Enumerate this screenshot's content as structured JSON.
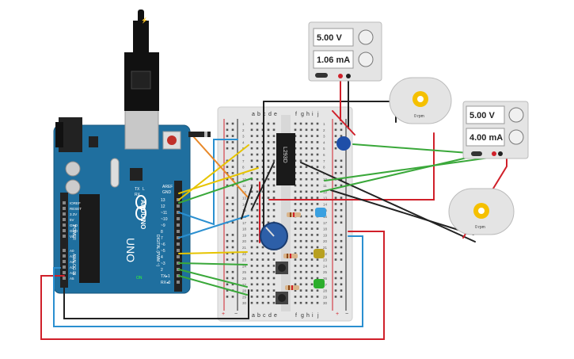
{
  "colors": {
    "arduino_blue": "#1f6f9f",
    "breadboard": "#e8e8e8",
    "wire_red": "#d0202a",
    "wire_black": "#222222",
    "wire_green": "#3aa83a",
    "wire_yellow": "#e6c400",
    "wire_blue": "#2a8fd0",
    "wire_orange": "#e8892a",
    "psu_body": "#e4e4e4",
    "led_blue": "#3aa0e0",
    "led_yellow": "#b8a020",
    "led_green": "#2cae2c",
    "cap_blue": "#1f4fa8"
  },
  "arduino": {
    "brand": "ARDUINO",
    "model": "UNO",
    "aref": "AREF",
    "gnd": "GND",
    "digital_label": "DIGITAL (PWM ~)",
    "power_label": "POWER",
    "analog_label": "ANALOG IN",
    "on_label": "ON",
    "tx_label": "TX",
    "rx_label": "RX",
    "l_label": "L",
    "digital_pins": [
      "13",
      "12",
      "~11",
      "~10",
      "~9",
      "8",
      "7",
      "~6",
      "~5",
      "4",
      "~3",
      "2",
      "TX▸1",
      "RX◂0"
    ],
    "power_pins": [
      "IOREF",
      "RESET",
      "3.3V",
      "5V",
      "GND",
      "GND",
      "Vin"
    ],
    "analog_pins": [
      "A0",
      "A1",
      "A2",
      "A3",
      "A4",
      "A5"
    ]
  },
  "breadboard": {
    "col_letters_left": [
      "a",
      "b",
      "c",
      "d",
      "e"
    ],
    "col_letters_right": [
      "f",
      "g",
      "h",
      "i",
      "j"
    ],
    "row_numbers": [
      "1",
      "2",
      "3",
      "4",
      "5",
      "6",
      "7",
      "8",
      "9",
      "10",
      "11",
      "12",
      "13",
      "14",
      "15",
      "16",
      "17",
      "18",
      "19",
      "20",
      "21",
      "22",
      "23",
      "24",
      "25",
      "26",
      "27",
      "28",
      "29",
      "30"
    ],
    "rail_plus": "+",
    "rail_minus": "−"
  },
  "ic": {
    "label": "L293D"
  },
  "power_supply_1": {
    "voltage": "5.00 V",
    "current": "1.06 mA"
  },
  "power_supply_2": {
    "voltage": "5.00 V",
    "current": "4.00 mA"
  },
  "motor_1": {
    "rpm_label": "0 rpm"
  },
  "motor_2": {
    "rpm_label": "0 rpm"
  }
}
